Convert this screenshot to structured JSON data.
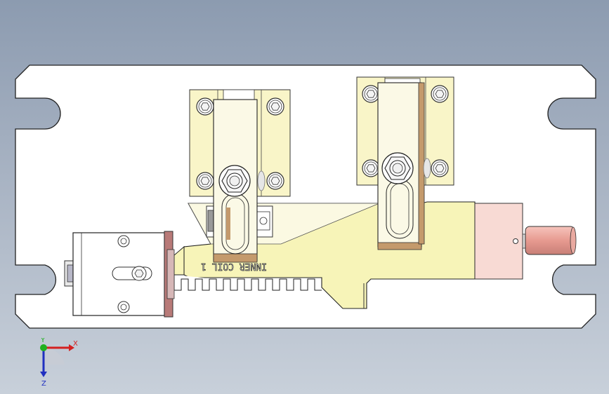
{
  "part": {
    "engraving": "INNER COIL 1"
  },
  "triad": {
    "x_label": "X",
    "y_label": "Y",
    "z_label": "Z"
  },
  "colors": {
    "background_top": "#8c9bb0",
    "plate": "#ffffff",
    "slider": "#f7f4b8",
    "clamp_base": "#f9f5c8",
    "copper": "#e8a49a",
    "pink_block": "#f8dad4"
  }
}
